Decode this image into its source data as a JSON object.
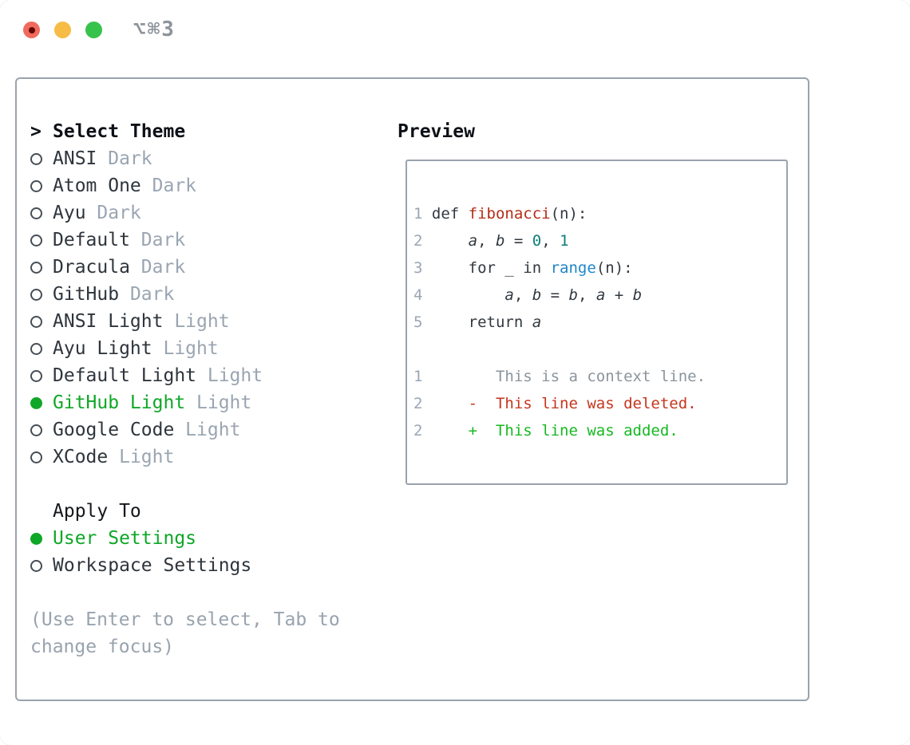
{
  "window": {
    "shortcut_title": "⌥⌘3",
    "traffic_lights": [
      {
        "id": "close",
        "label": "close"
      },
      {
        "id": "minimize",
        "label": "minimize"
      },
      {
        "id": "zoom",
        "label": "zoom"
      }
    ]
  },
  "theme_panel": {
    "header": {
      "prefix": ">",
      "label": "Select Theme"
    },
    "themes": [
      {
        "name": "ANSI",
        "tag": "Dark",
        "selected": false
      },
      {
        "name": "Atom One",
        "tag": "Dark",
        "selected": false
      },
      {
        "name": "Ayu",
        "tag": "Dark",
        "selected": false
      },
      {
        "name": "Default",
        "tag": "Dark",
        "selected": false
      },
      {
        "name": "Dracula",
        "tag": "Dark",
        "selected": false
      },
      {
        "name": "GitHub",
        "tag": "Dark",
        "selected": false
      },
      {
        "name": "ANSI Light",
        "tag": "Light",
        "selected": false
      },
      {
        "name": "Ayu Light",
        "tag": "Light",
        "selected": false
      },
      {
        "name": "Default Light",
        "tag": "Light",
        "selected": false
      },
      {
        "name": "GitHub Light",
        "tag": "Light",
        "selected": true
      },
      {
        "name": "Google Code",
        "tag": "Light",
        "selected": false
      },
      {
        "name": "XCode",
        "tag": "Light",
        "selected": false
      }
    ],
    "apply_to": {
      "label": "Apply To",
      "options": [
        {
          "name": "User Settings",
          "selected": true
        },
        {
          "name": "Workspace Settings",
          "selected": false
        }
      ]
    },
    "hint": "(Use Enter to select, Tab to change focus)"
  },
  "preview": {
    "label": "Preview",
    "lines": [
      {
        "kind": "code",
        "num": "1",
        "tokens": [
          {
            "t": " def ",
            "c": "code"
          },
          {
            "t": "fibonacci",
            "c": "func"
          },
          {
            "t": "(n):",
            "c": "code"
          }
        ]
      },
      {
        "kind": "code",
        "num": "2",
        "tokens": [
          {
            "t": "     ",
            "c": "code"
          },
          {
            "t": "a",
            "c": "var"
          },
          {
            "t": ", ",
            "c": "code"
          },
          {
            "t": "b",
            "c": "var"
          },
          {
            "t": " = ",
            "c": "code"
          },
          {
            "t": "0",
            "c": "numlit"
          },
          {
            "t": ", ",
            "c": "code"
          },
          {
            "t": "1",
            "c": "numlit"
          }
        ]
      },
      {
        "kind": "code",
        "num": "3",
        "tokens": [
          {
            "t": "     for _ in ",
            "c": "code"
          },
          {
            "t": "range",
            "c": "blue"
          },
          {
            "t": "(n):",
            "c": "code"
          }
        ]
      },
      {
        "kind": "code",
        "num": "4",
        "tokens": [
          {
            "t": "         ",
            "c": "code"
          },
          {
            "t": "a",
            "c": "var"
          },
          {
            "t": ", ",
            "c": "code"
          },
          {
            "t": "b",
            "c": "var"
          },
          {
            "t": " = ",
            "c": "code"
          },
          {
            "t": "b",
            "c": "var"
          },
          {
            "t": ", ",
            "c": "code"
          },
          {
            "t": "a",
            "c": "var"
          },
          {
            "t": " + ",
            "c": "code"
          },
          {
            "t": "b",
            "c": "var"
          }
        ]
      },
      {
        "kind": "code",
        "num": "5",
        "tokens": [
          {
            "t": "     return ",
            "c": "code"
          },
          {
            "t": "a",
            "c": "var"
          }
        ]
      },
      {
        "kind": "blank",
        "num": "",
        "tokens": []
      },
      {
        "kind": "context",
        "num": "1",
        "tokens": [
          {
            "t": "        This is a context line.",
            "c": "ctx"
          }
        ]
      },
      {
        "kind": "deleted",
        "num": "2",
        "tokens": [
          {
            "t": "     -  This line was deleted.",
            "c": "del"
          }
        ]
      },
      {
        "kind": "added",
        "num": "2",
        "tokens": [
          {
            "t": "     +  This line was added.",
            "c": "add"
          }
        ]
      }
    ]
  },
  "colors": {
    "sel_green": "#0fa727",
    "tag_gray": "#9aa5b2",
    "hint_gray": "#98a3ae",
    "name_dark": "#2e353c",
    "header_black": "#0d1117",
    "border_gray": "#9aa3ad",
    "lineno": "#9aa6b6",
    "code": "#31383f",
    "func": "#b42d17",
    "numlit": "#0c7e76",
    "blue": "#2086c9",
    "ctx": "#8b949c",
    "del": "#c5361d",
    "add": "#17b822",
    "titlebar_gray": "#8d949b",
    "traffic_red": "#f16a5d",
    "traffic_yellow": "#f6bc45",
    "traffic_green": "#37c24c"
  }
}
